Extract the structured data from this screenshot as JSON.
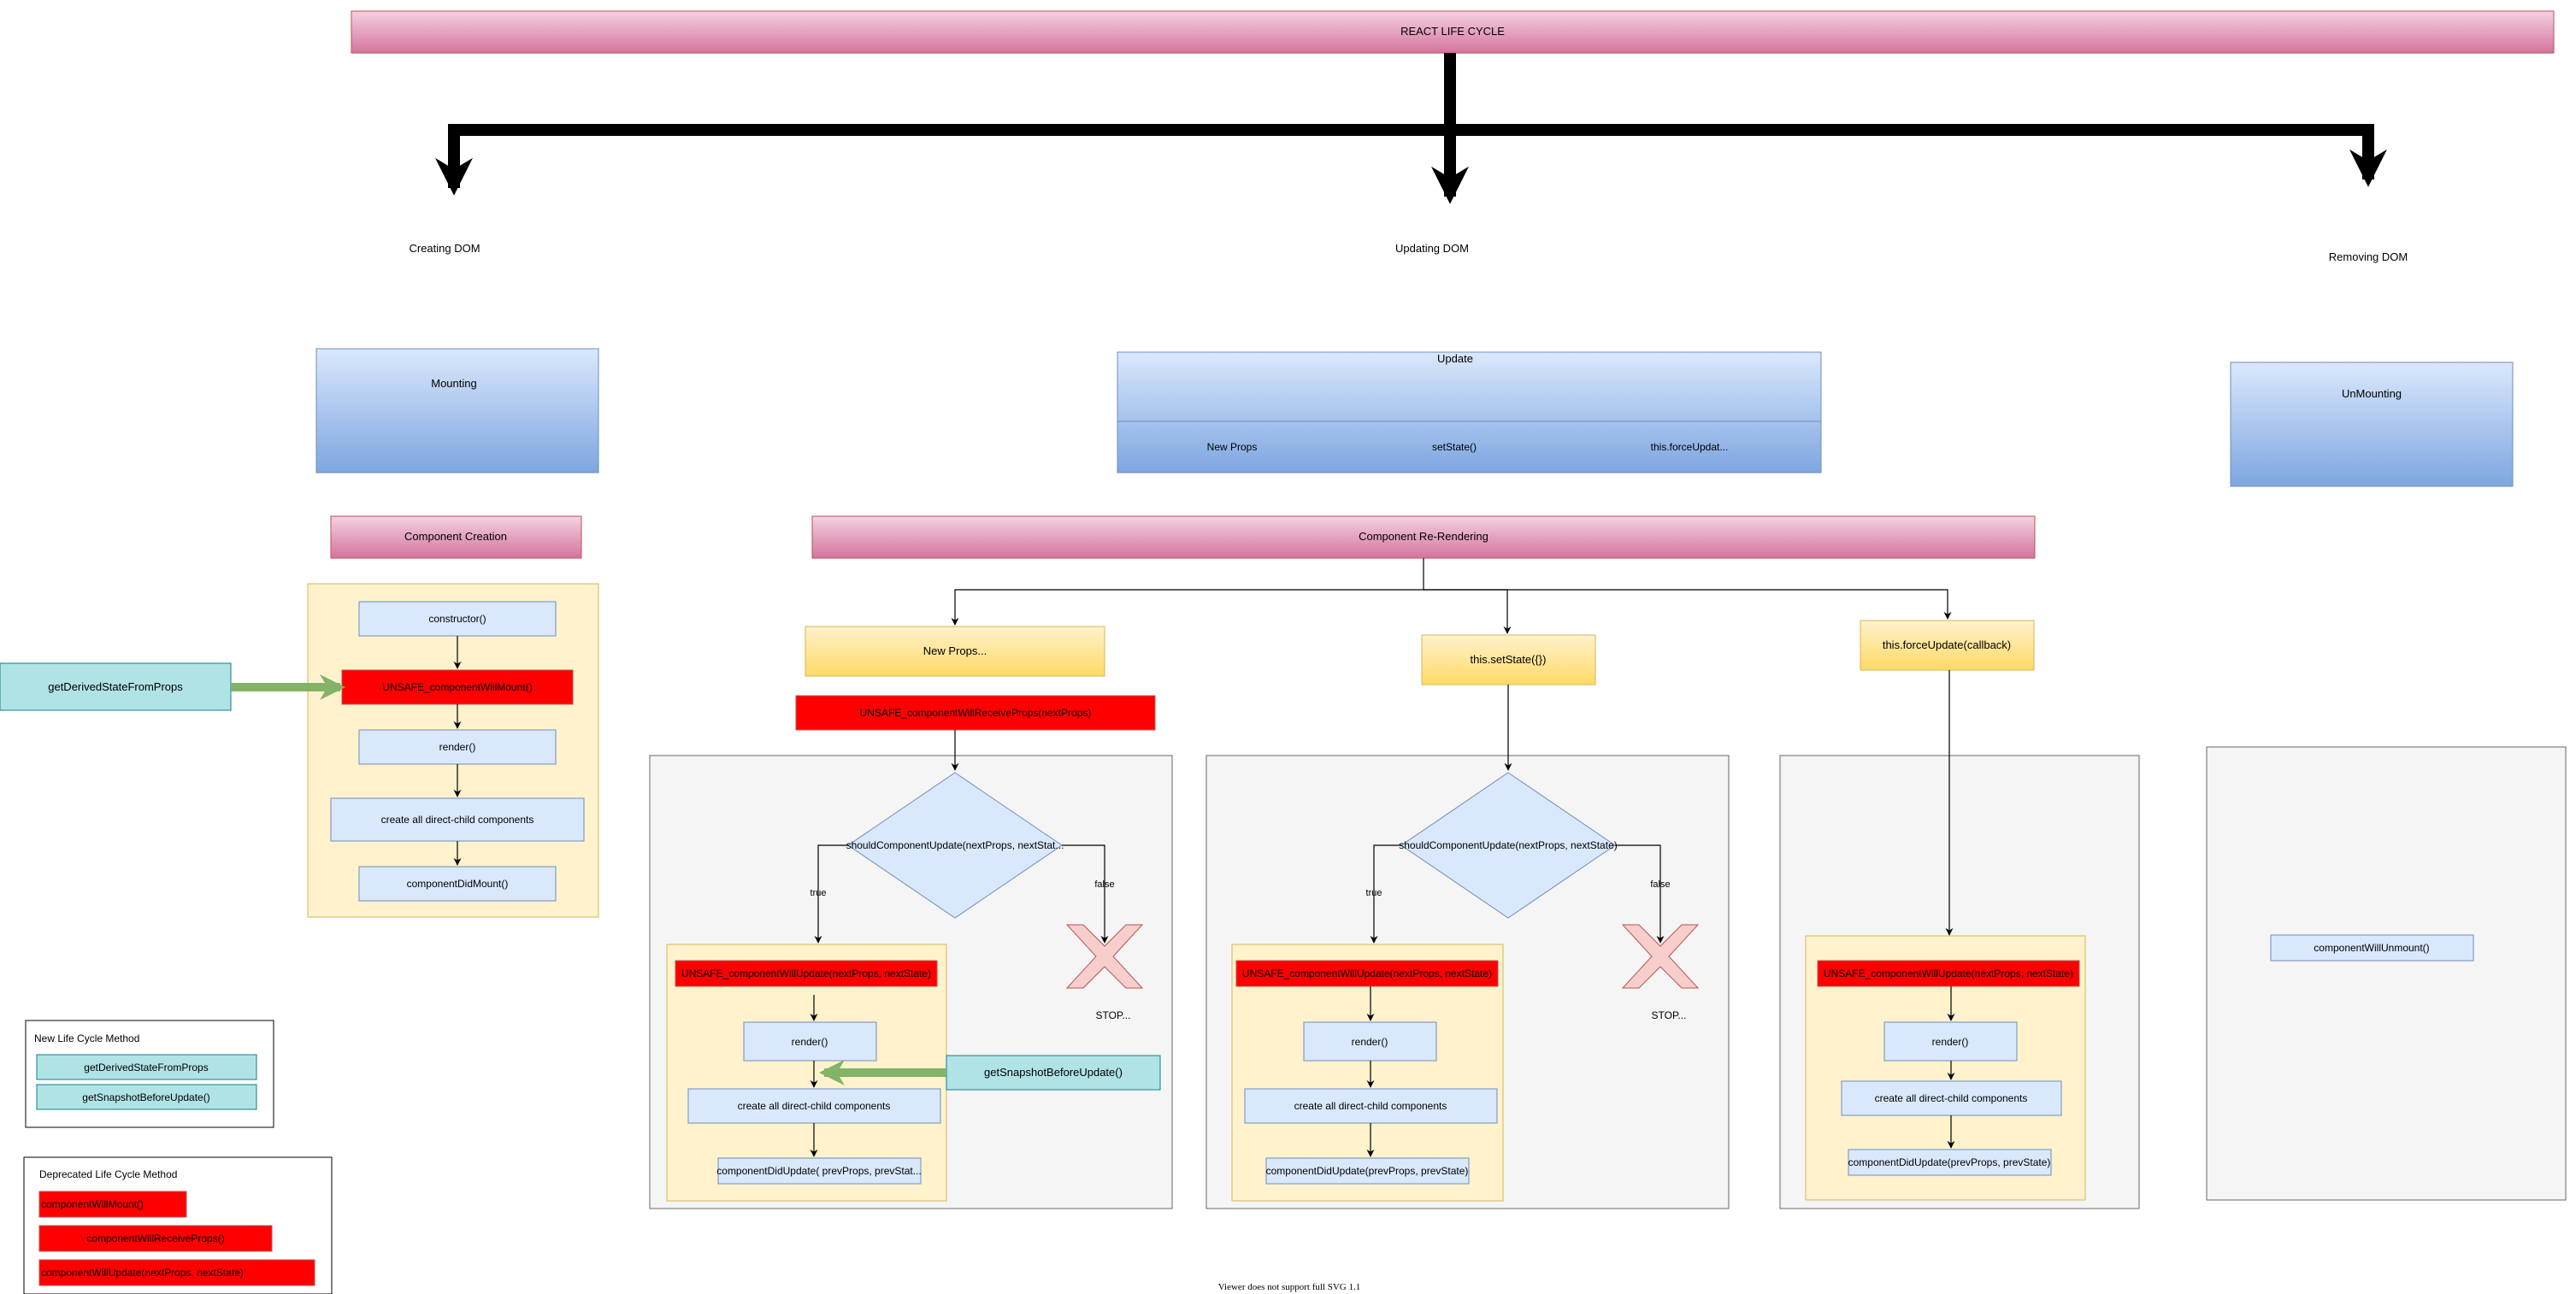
{
  "title": "REACT LIFE CYCLE",
  "phases": {
    "creating": "Creating DOM",
    "updating": "Updating DOM",
    "removing": "Removing DOM"
  },
  "mounting": {
    "header": "Mounting",
    "section_title": "Component Creation",
    "steps": [
      "constructor()",
      "UNSAFE_componentWillMount()",
      "render()",
      "create all direct-child components",
      "componentDidMount()"
    ],
    "side_method": "getDerivedStateFromProps"
  },
  "update": {
    "header": "Update",
    "triggers": [
      "New Props",
      "setState()",
      "this.forceUpdat..."
    ],
    "section_title": "Component Re-Rendering"
  },
  "new_props_branch": {
    "label": "New Props...",
    "will_receive": "UNSAFE_componentWillReceiveProps(nextProps)",
    "decision": "shouldComponentUpdate(nextProps, nextStat...",
    "true_label": "true",
    "false_label": "false",
    "stop": "STOP...",
    "will_update": "UNSAFE_componentWillUpdate(nextProps, nextState)",
    "render": "render()",
    "children": "create all direct-child components",
    "did_update": "componentDidUpdate( prevProps, prevStat...",
    "snapshot": "getSnapshotBeforeUpdate()"
  },
  "set_state_branch": {
    "label": "this.setState({})",
    "decision": "shouldComponentUpdate(nextProps, nextState)",
    "true_label": "true",
    "false_label": "false",
    "stop": "STOP...",
    "will_update": "UNSAFE_componentWillUpdate(nextProps, nextState)",
    "render": "render()",
    "children": "create all direct-child components",
    "did_update": "componentDidUpdate(prevProps, prevState)"
  },
  "force_update_branch": {
    "label": "this.forceUpdate(callback)",
    "will_update": "UNSAFE_componentWillUpdate(nextProps, nextState)",
    "render": "render()",
    "children": "create all direct-child components",
    "did_update": "componentDidUpdate(prevProps, prevState)"
  },
  "unmounting": {
    "header": "UnMounting",
    "method": "componentWillUnmount()"
  },
  "legend_new": {
    "title": "New Life Cycle Method",
    "items": [
      "getDerivedStateFromProps",
      "getSnapshotBeforeUpdate()"
    ]
  },
  "legend_deprecated": {
    "title": "Deprecated Life Cycle Method",
    "items": [
      "componentWillMount()",
      "componentWillReceiveProps()",
      "componentWillUpdate(nextProps, nextState)"
    ]
  },
  "footer_note": "Viewer does not support full SVG 1.1",
  "colors": {
    "pink": "#e6a0c0",
    "blue": "#a9c4eb",
    "yellow": "#ffe599",
    "red": "#ff0000",
    "teal": "#b0e3e6",
    "light_blue": "#dae8fc",
    "gray": "#f5f5f5",
    "green": "#82b366"
  }
}
